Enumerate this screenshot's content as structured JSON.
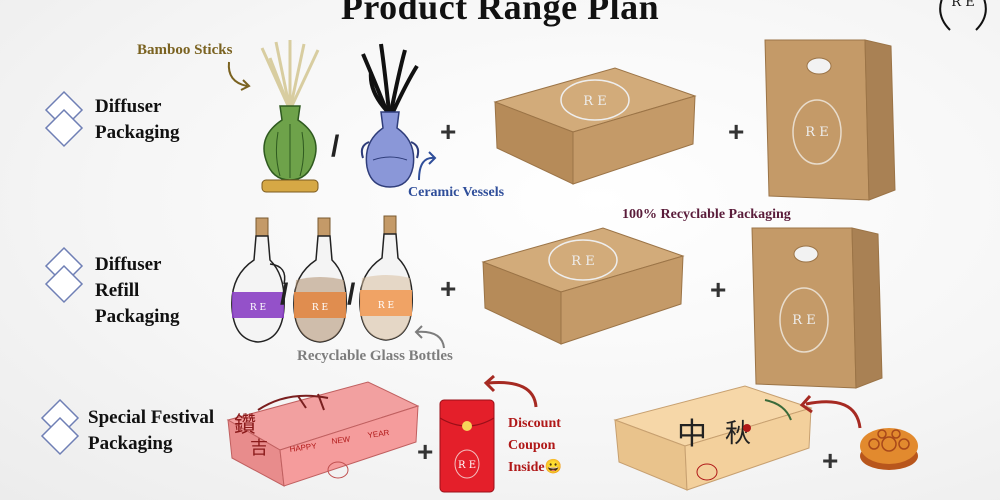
{
  "title": "Product Range Plan",
  "logo_text": "R E",
  "sections": [
    {
      "label_lines": [
        "Diffuser",
        "Packaging"
      ]
    },
    {
      "label_lines": [
        "Diffuser",
        "Refill",
        "Packaging"
      ]
    },
    {
      "label_lines": [
        "Special Festival",
        "Packaging"
      ]
    }
  ],
  "callouts": {
    "bamboo": "Bamboo Sticks",
    "ceramic": "Ceramic Vessels",
    "recyclable_packaging": "100% Recyclable Packaging",
    "glass": "Recyclable Glass Bottles",
    "coupon_lines": [
      "Discount",
      "Coupon",
      "Inside😀"
    ]
  },
  "festival_box_text": [
    "HAPPY",
    "NEW",
    "YEAR"
  ],
  "operators": {
    "plus": "+",
    "slash": "/"
  },
  "colors": {
    "kraft": "#c49a68",
    "kraft_dark": "#9b7447",
    "bamboo_text": "#7a6220",
    "ceramic_text": "#2f4e9a",
    "recycle_text": "#5a1c3a",
    "glass_text": "#7d7d7d",
    "coupon_text": "#b01818",
    "arrow_red": "#a62a22",
    "diamond": "#6f7fb5"
  }
}
